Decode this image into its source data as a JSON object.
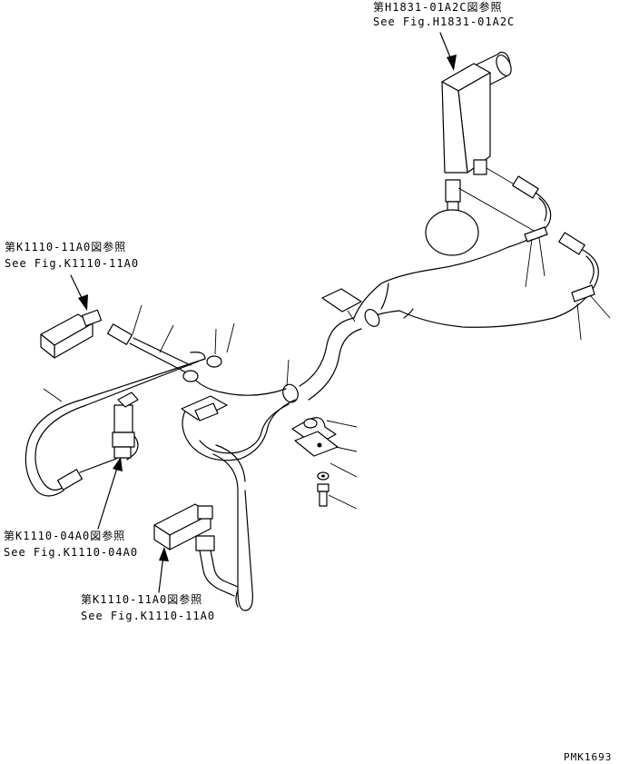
{
  "references": {
    "top": {
      "jp": "第H1831-01A2C図参照",
      "en": "See Fig.H1831-01A2C"
    },
    "left_upper": {
      "jp": "第K1110-11A0図参照",
      "en": "See Fig.K1110-11A0"
    },
    "left_lower": {
      "jp": "第K1110-04A0図参照",
      "en": "See Fig.K1110-04A0"
    },
    "bottom": {
      "jp": "第K1110-11A0図参照",
      "en": "See Fig.K1110-11A0"
    }
  },
  "drawing_code": "PMK1693"
}
